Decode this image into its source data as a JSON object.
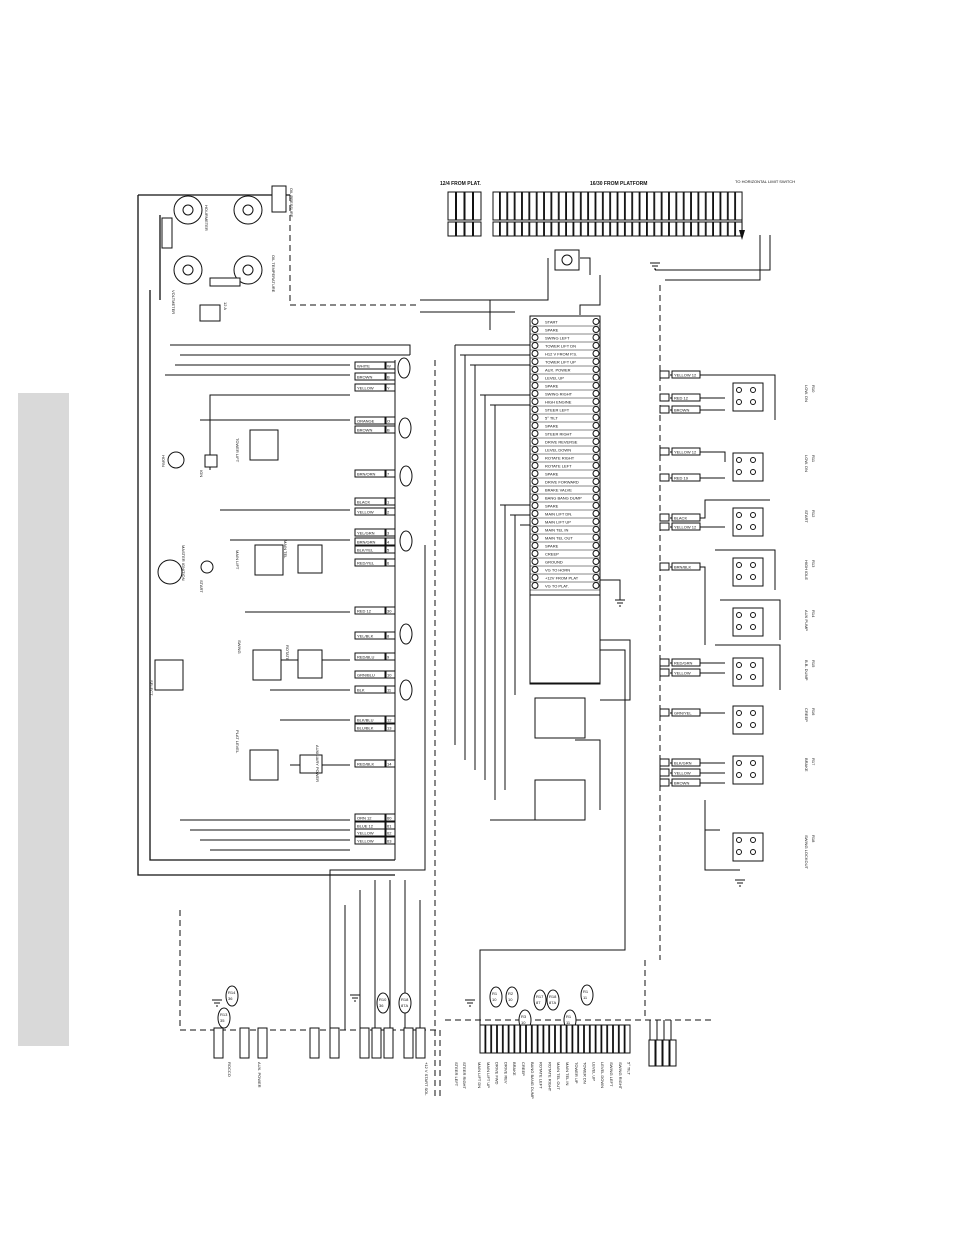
{
  "header": {
    "plat_12_4": "12/4 FROM PLAT.",
    "platform_16_30": "16/30 FROM PLATFORM",
    "horizontal_limit": "TO HORIZONTAL LIMIT SWITCH"
  },
  "gauges": {
    "oil_pressure": "OIL PRESSURE",
    "oil_temperature": "OIL TEMPERATURE",
    "voltmeter": "VOLTMETER",
    "hourmeter": "HOURMETER",
    "fuse_12a": "12 A"
  },
  "wire_left": [
    {
      "color": "WHITE",
      "num": "W"
    },
    {
      "color": "BROWN",
      "num": "B"
    },
    {
      "color": "YELLOW",
      "num": "Y"
    },
    {
      "color": "ORANGE",
      "num": "O"
    },
    {
      "color": "BROWN",
      "num": "B"
    },
    {
      "color": "BRN/ORN",
      "num": "7"
    },
    {
      "color": "BLACK",
      "num": "1"
    },
    {
      "color": "YELLOW",
      "num": "2"
    },
    {
      "color": "YEL/GRN",
      "num": "3"
    },
    {
      "color": "BRN/GRN",
      "num": "4"
    },
    {
      "color": "BLK/YEL",
      "num": "5"
    },
    {
      "color": "RED/YEL",
      "num": "6"
    },
    {
      "color": "RED 12",
      "num": "30"
    },
    {
      "color": "YEL/BLK",
      "num": "8"
    },
    {
      "color": "RED/BLU",
      "num": "9"
    },
    {
      "color": "GRN/BLU",
      "num": "10"
    },
    {
      "color": "BLK",
      "num": "11"
    },
    {
      "color": "BLK/BLU",
      "num": "12"
    },
    {
      "color": "BLU/BLK",
      "num": "13"
    },
    {
      "color": "RED/BLK",
      "num": "14"
    },
    {
      "color": "ORN 12",
      "num": "60"
    },
    {
      "color": "BLUE 12",
      "num": "61"
    },
    {
      "color": "YELLOW",
      "num": "62"
    },
    {
      "color": "YELLOW",
      "num": "63"
    }
  ],
  "terminal_strip": [
    "START",
    "SPARE",
    "SWING LEFT",
    "TOWER LIFT DN",
    "H12 V FROM P.S.",
    "TOWER LIFT UP",
    "AUX. POWER",
    "LEVEL UP",
    "SPARE",
    "SWING RIGHT",
    "HIGH ENGINE",
    "STEER LEFT",
    "5° TILT",
    "SPARE",
    "STEER RIGHT",
    "DRIVE REVERSE",
    "LEVEL DOWN",
    "ROTATE RIGHT",
    "ROTATE LEFT",
    "SPARE",
    "DRIVE FORWARD",
    "BRAKE VALVE",
    "BANG BANG DUMP",
    "SPARE",
    "MAIN LIFT DN.",
    "MAIN LIFT UP",
    "MAIN TEL IN",
    "MAIN TEL OUT",
    "SPARE",
    "CREEP",
    "GROUND",
    "VG TO HORN",
    "+12V FROM PLAT",
    "VG TO PLAT."
  ],
  "relays_right": [
    {
      "id": "R10",
      "label": "LOW. DN"
    },
    {
      "id": "R11",
      "label": "LOW. DN"
    },
    {
      "id": "R12",
      "label": "START"
    },
    {
      "id": "R13",
      "label": "HIGH IDLE"
    },
    {
      "id": "R14",
      "label": "AUX PUMP"
    },
    {
      "id": "R15",
      "label": "B.B. DUMP"
    },
    {
      "id": "R16",
      "label": "CREEP"
    },
    {
      "id": "R17",
      "label": "BRAKE"
    },
    {
      "id": "R18",
      "label": "SWING LOCKOUT"
    }
  ],
  "right_wires": [
    "YELLOW 12",
    "RED 12",
    "BROWN",
    "YELLOW 12",
    "RED 19",
    "BLACK",
    "YELLOW 12",
    "BRN/BLK",
    "RED/GRN",
    "YELLOW",
    "GRN/YEL",
    "BLK/GRN",
    "YELLOW",
    "BROWN"
  ],
  "valve_labels": [
    "TOWER LIFT",
    "MAIN LIFT",
    "MAIN TEL",
    "SWING",
    "ROTATE",
    "PLAT LEVEL",
    "AUXILIARY POWER",
    "SELECT",
    "START",
    "IGN",
    "HORN",
    "MASTER IGNITION"
  ],
  "bottom_relays": [
    {
      "id": "R14",
      "num": "36"
    },
    {
      "id": "R13",
      "num": "35"
    },
    {
      "id": "R10",
      "num": "36"
    },
    {
      "id": "R18",
      "num": "87A"
    },
    {
      "id": "R1",
      "num": "10"
    },
    {
      "id": "R2",
      "num": "10"
    },
    {
      "id": "R3",
      "num": "10"
    },
    {
      "id": "R17",
      "num": "87"
    },
    {
      "id": "R18",
      "num": "87A"
    },
    {
      "id": "R1",
      "num": "11"
    },
    {
      "id": "R1",
      "num": "11"
    }
  ],
  "bottom_labels_left": [
    "ROCCO",
    "AUX. POWER",
    "+12 V START SOL",
    "STEER LEFT",
    "STEER RIGHT"
  ],
  "bottom_labels_right": [
    "MAIN LIFT DN",
    "MAIN LIFT UP",
    "DRIVE FWD",
    "DRIVE REV",
    "BRAKE",
    "CREEP",
    "BANG BANG DUMP",
    "ROTATE LEFT",
    "ROTATE RIGHT",
    "MAIN TEL OUT",
    "MAIN TEL IN",
    "TOWER UP",
    "TOWER DN",
    "LEVEL UP",
    "LEVEL DOWN",
    "SWING LEFT",
    "SWING RIGHT",
    "5° TILT"
  ],
  "top_terminals_count": 34,
  "top_left_terminals_count": 4
}
